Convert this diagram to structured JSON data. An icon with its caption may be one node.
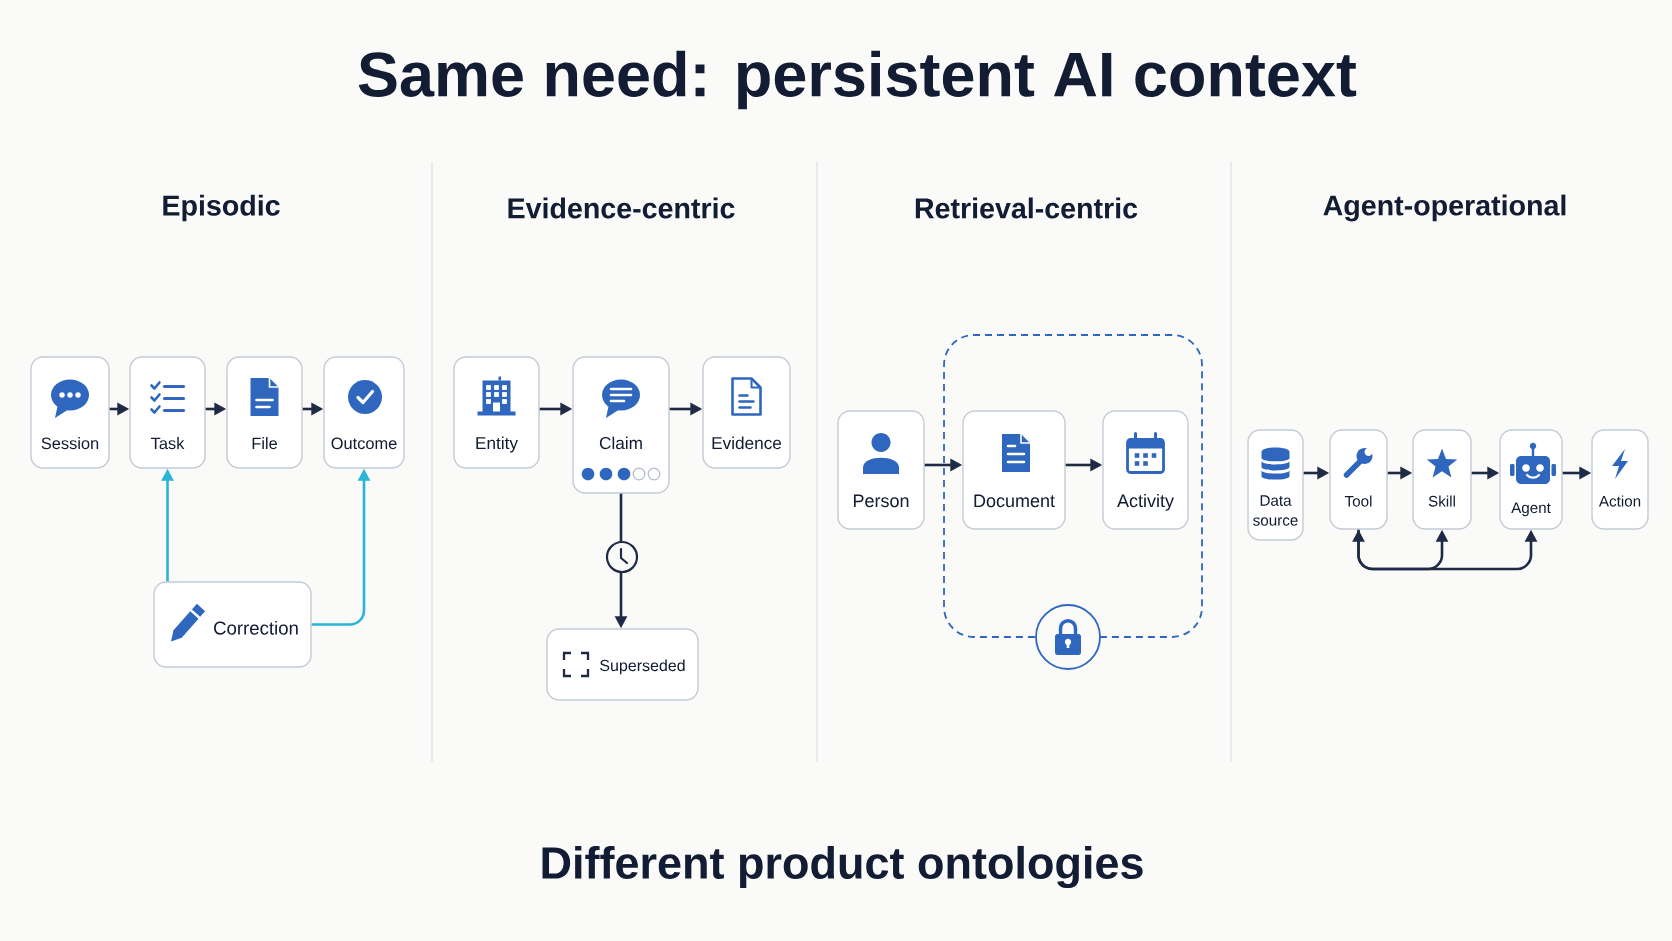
{
  "diagram": {
    "title": "Same need: persistent AI context",
    "caption": "Different product ontologies",
    "nodes": [
      {
        "text": [
          "Session"
        ]
      },
      {
        "text": [
          "Task"
        ]
      },
      {
        "text": [
          "File"
        ]
      },
      {
        "text": [
          "Outcome"
        ]
      },
      {
        "text": [
          "Correction"
        ]
      },
      {
        "text": [
          "Entity"
        ]
      },
      {
        "text": [
          "Claim"
        ]
      },
      {
        "text": [
          "Evidence"
        ]
      },
      {
        "text": [
          "Superseded"
        ]
      },
      {
        "text": [
          "Person"
        ]
      },
      {
        "text": [],
        "shape": "box"
      },
      {
        "text": [
          "Document"
        ],
        "in": 10
      },
      {
        "text": [
          "Activity"
        ],
        "in": 10
      },
      {
        "text": [
          "Data source"
        ]
      },
      {
        "text": [
          "Tool"
        ]
      },
      {
        "text": [
          "Skill"
        ]
      },
      {
        "text": [
          "Agent"
        ]
      },
      {
        "text": [
          "Action"
        ]
      }
    ],
    "edges": [
      {
        "from": 0,
        "to": 1,
        "arrow": "to"
      },
      {
        "from": 1,
        "to": 2,
        "arrow": "to"
      },
      {
        "from": 2,
        "to": 3,
        "arrow": "to"
      },
      {
        "from": 4,
        "to": 1,
        "arrow": "to",
        "color": "#2ab4d6"
      },
      {
        "from": 4,
        "to": 3,
        "arrow": "to",
        "color": "#2ab4d6"
      },
      {
        "from": 5,
        "to": 6,
        "arrow": "to"
      },
      {
        "from": 6,
        "to": 7,
        "arrow": "to"
      },
      {
        "from": 6,
        "to": 8,
        "arrow": "to"
      },
      {
        "from": 9,
        "to": 11,
        "arrow": "to"
      },
      {
        "from": 11,
        "to": 12,
        "arrow": "to"
      },
      {
        "from": 13,
        "to": 14,
        "arrow": "to"
      },
      {
        "from": 14,
        "to": 15,
        "arrow": "to"
      },
      {
        "from": 15,
        "to": 16,
        "arrow": "to"
      },
      {
        "from": 16,
        "to": 17,
        "arrow": "to"
      },
      {
        "from": 14,
        "to": 16,
        "arrow": "both"
      },
      {
        "from": 14,
        "to": 15,
        "arrow": "to"
      }
    ],
    "labels": [
      "Episodic",
      "Evidence-centric",
      "Retrieval-centric",
      "Agent-operational"
    ]
  }
}
